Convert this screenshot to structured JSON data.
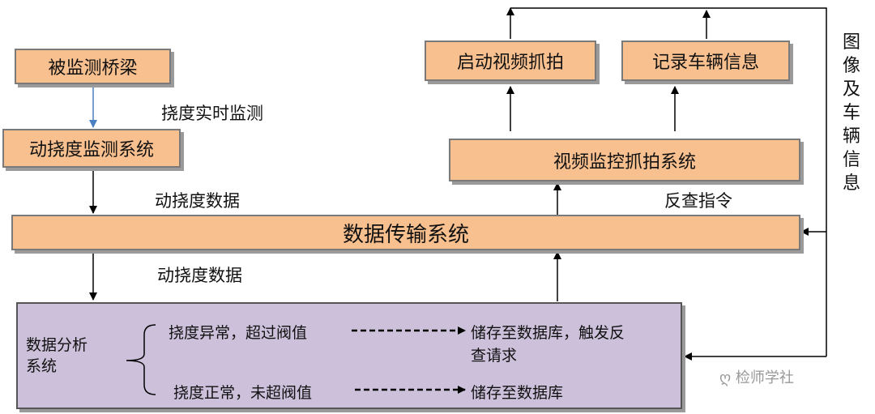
{
  "nodes": {
    "bridge": "被监测桥梁",
    "deflection_system": "动挠度监测系统",
    "transmission": "数据传输系统",
    "video_system": "视频监控抓拍系统",
    "start_capture": "启动视频抓拍",
    "record_vehicle": "记录车辆信息"
  },
  "edge_labels": {
    "realtime": "挠度实时监测",
    "data_upper": "动挠度数据",
    "data_lower": "动挠度数据",
    "query": "反查指令",
    "image_vehicle": "图像及车辆信息"
  },
  "analysis": {
    "title_line1": "数据分析",
    "title_line2": "系统",
    "branch1_condition": "挠度异常，超过阀值",
    "branch1_result_line1": "储存至数据库，触发反",
    "branch1_result_line2": "查请求",
    "branch2_condition": "挠度正常，未超阀值",
    "branch2_result": "储存至数据库"
  },
  "watermark": "检师学社",
  "colors": {
    "node_fill": "#f9c08f",
    "analysis_fill": "#ccc0da",
    "blue_arrow": "#4a7fc1"
  }
}
